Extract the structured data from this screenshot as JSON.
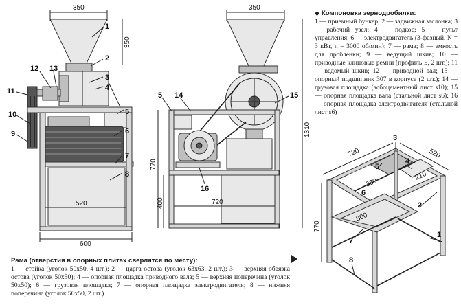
{
  "legend_top": {
    "marker": "◆",
    "title": "Компоновка зернодробилки:",
    "body": "1 — приемный бункер; 2 — задвижная заслонка; 3 — рабочий узел; 4 — подкос; 5 — пульт управления; 6 — электродвигатель (3-фазный, N = 3 кВт, n = 3000 об/мин); 7 — рама; 8 — емкость для дробленки; 9 — ведущий шкив; 10 — приводные клиновые ремни (профиль Б, 2 шт.); 11 — ведомый шкив; 12 — приводной вал; 13 — опорный подшипник 307 в корпусе (2 шт.); 14 — грузовая площадка (асбоцементный лист s10); 15 — опорная площадка вала (стальной лист s6); 16 — опорная площадка электродвигателя (стальной лист s6)"
  },
  "legend_bottom": {
    "title": "Рама (отверстия в опорных плитах сверлятся по месту):",
    "body": "1 — стойка (уголок 50х50, 4 шт.); 2 — царга остова (уголок 63х63, 2 шт.); 3 — верхняя обвязка остова (уголок 50х50); 4 — опорная площадка приводного вала; 5 — верхняя поперечина (уголок 50х50); 6 — грузовая площадка; 7 — опорная площадка электродвигателя; 8 — нижняя поперечина (уголок 50х50, 2 шт.)"
  },
  "front_view": {
    "dims": {
      "hopper_width": "350",
      "hopper_height": "350",
      "base_inner": "520",
      "total_width": "600"
    },
    "callouts": [
      "1",
      "2",
      "3",
      "4",
      "5",
      "6",
      "7",
      "8",
      "9",
      "10",
      "11",
      "12",
      "13"
    ]
  },
  "side_view": {
    "dims": {
      "hopper_width": "350",
      "total_height": "1310",
      "leg_height": "770",
      "lower_height": "400",
      "inner_width": "720"
    },
    "callouts": [
      "5",
      "14",
      "15",
      "16"
    ]
  },
  "frame_view": {
    "dims": {
      "length": "720",
      "width": "520",
      "height": "770",
      "d360": "360",
      "d210": "210",
      "d300": "300"
    },
    "callouts": [
      "1",
      "2",
      "3",
      "4",
      "5",
      "6",
      "7",
      "8"
    ]
  }
}
